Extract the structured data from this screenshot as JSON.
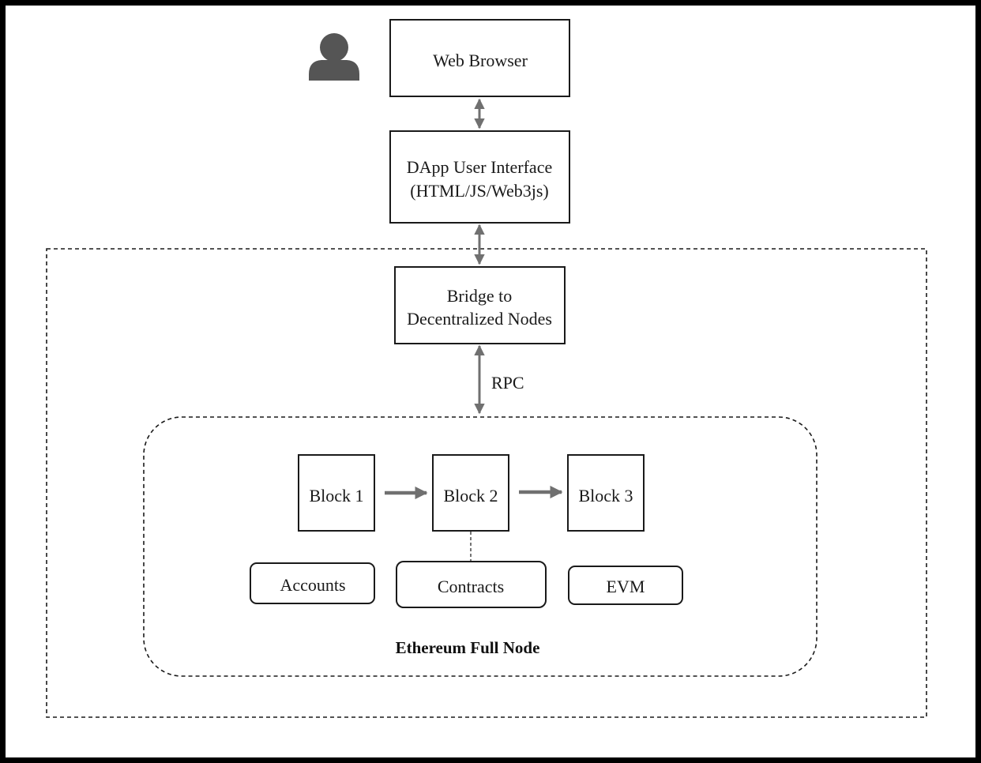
{
  "diagram": {
    "nodes": {
      "web_browser": {
        "label": "Web Browser"
      },
      "dapp_ui": {
        "line1": "DApp User Interface",
        "line2": "(HTML/JS/Web3js)"
      },
      "bridge": {
        "line1": "Bridge to",
        "line2": "Decentralized Nodes"
      },
      "block1": {
        "label": "Block 1"
      },
      "block2": {
        "label": "Block 2"
      },
      "block3": {
        "label": "Block 3"
      },
      "accounts": {
        "label": "Accounts"
      },
      "contracts": {
        "label": "Contracts"
      },
      "evm": {
        "label": "EVM"
      }
    },
    "edge_labels": {
      "rpc": "RPC"
    },
    "groups": {
      "full_node": {
        "label": "Ethereum Full Node"
      }
    },
    "icons": {
      "user": "user-icon"
    },
    "colors": {
      "stroke": "#1a1a1a",
      "arrow": "#707070",
      "user_icon": "#555555"
    }
  }
}
